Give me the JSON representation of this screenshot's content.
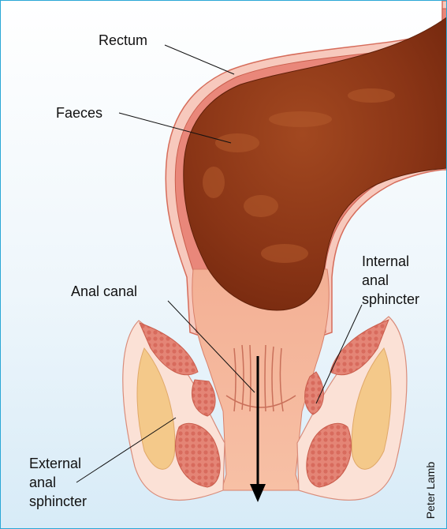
{
  "labels": {
    "rectum": "Rectum",
    "faeces": "Faeces",
    "anal_canal": "Anal canal",
    "internal_sphincter": [
      "Internal",
      "anal",
      "sphincter"
    ],
    "external_sphincter": [
      "External",
      "anal",
      "sphincter"
    ]
  },
  "credit": "Peter Lamb",
  "colors": {
    "frame": "#2aa7d6",
    "wall": "#e9877a",
    "wall_light": "#f7c9bd",
    "faeces": "#7e2d12",
    "faeces_light": "#a54a22",
    "canal": "#f1a585",
    "muscle": "#e48576",
    "fat": "#f4c98a",
    "skin": "#fbe1d6"
  }
}
